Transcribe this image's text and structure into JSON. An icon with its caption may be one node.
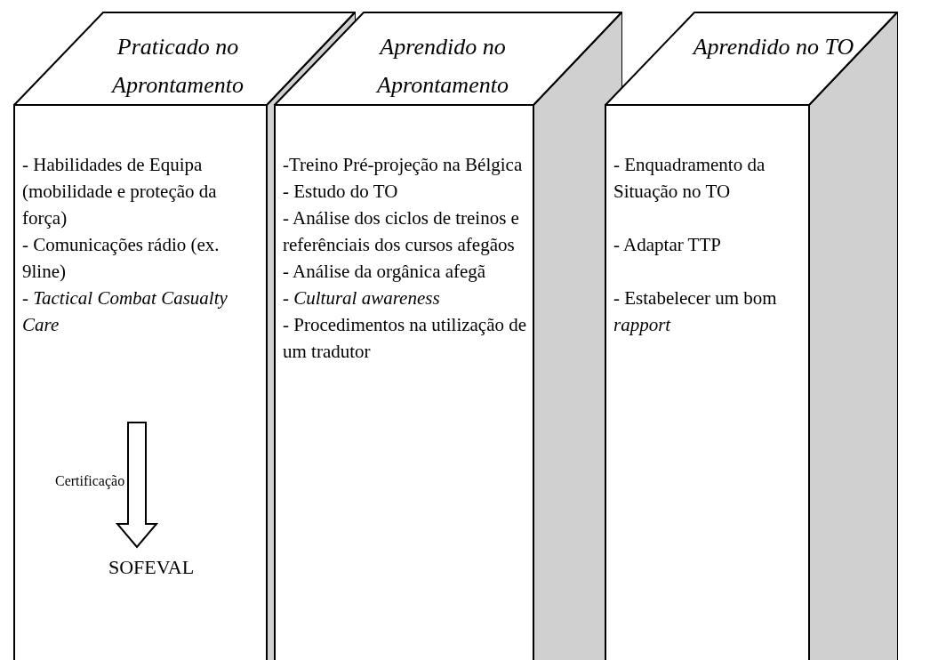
{
  "diagram": {
    "nodes": [
      {
        "text": [
          "Praticado no Aprontamento",
          "- Habilidades de Equipa (mobilidade e proteção da força)",
          "- Comunicações rádio (ex. 9line)",
          "- *Tactical Combat Casualty Care*"
        ]
      },
      {
        "text": [
          "SOFEVAL"
        ],
        "in": 0
      },
      {
        "text": [
          "Aprendido no Aprontamento",
          "-Treino Pré-projeção na Bélgica",
          "- Estudo do TO",
          "- Análise dos ciclos de treinos e referênciais dos cursos afegãos",
          "- Análise da orgânica afegã",
          "- *Cultural awareness*",
          "- Procedimentos na utilização de um tradutor"
        ]
      },
      {
        "text": [
          "Aprendido no TO",
          "- Enquadramento da Situação no TO",
          "- Adaptar TTP",
          "- Estabelecer um bom *rapport*"
        ]
      }
    ],
    "edges": [
      {
        "from": null,
        "to": 1,
        "arrow": "to",
        "label": "Certificação"
      }
    ]
  }
}
